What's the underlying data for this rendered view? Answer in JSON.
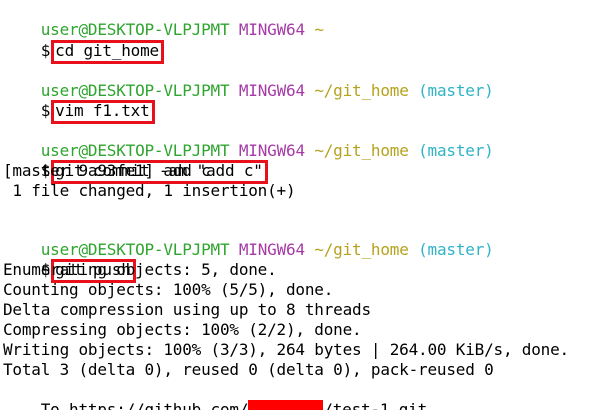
{
  "prompt": {
    "user_host": "user@DESKTOP-VLPJPMT",
    "shell": "MINGW64",
    "sign": "$"
  },
  "blocks": [
    {
      "path": "~",
      "branch": "",
      "command": "cd git_home",
      "output": []
    },
    {
      "path": "~/git_home",
      "branch": "(master)",
      "command": "vim f1.txt",
      "output": []
    },
    {
      "path": "~/git_home",
      "branch": "(master)",
      "command": "git commit -am \"add c\"",
      "output": [
        "[master 9a93fe1] add c",
        " 1 file changed, 1 insertion(+)"
      ]
    },
    {
      "path": "~/git_home",
      "branch": "(master)",
      "command": "git push",
      "output": [
        "Enumerating objects: 5, done.",
        "Counting objects: 100% (5/5), done.",
        "Delta compression using up to 8 threads",
        "Compressing objects: 100% (2/2), done.",
        "Writing objects: 100% (3/3), 264 bytes | 264.00 KiB/s, done.",
        "Total 3 (delta 0), reused 0 (delta 0), pack-reused 0"
      ]
    }
  ],
  "push_target": {
    "prefix": "To https://github.com/",
    "suffix": "/test-1.git"
  },
  "colors": {
    "user": "#2fa52f",
    "host": "#a63aa6",
    "path": "#b5a21d",
    "branch": "#2fb3c6",
    "highlight_border": "#e8101a",
    "redaction": "#ff0000"
  }
}
